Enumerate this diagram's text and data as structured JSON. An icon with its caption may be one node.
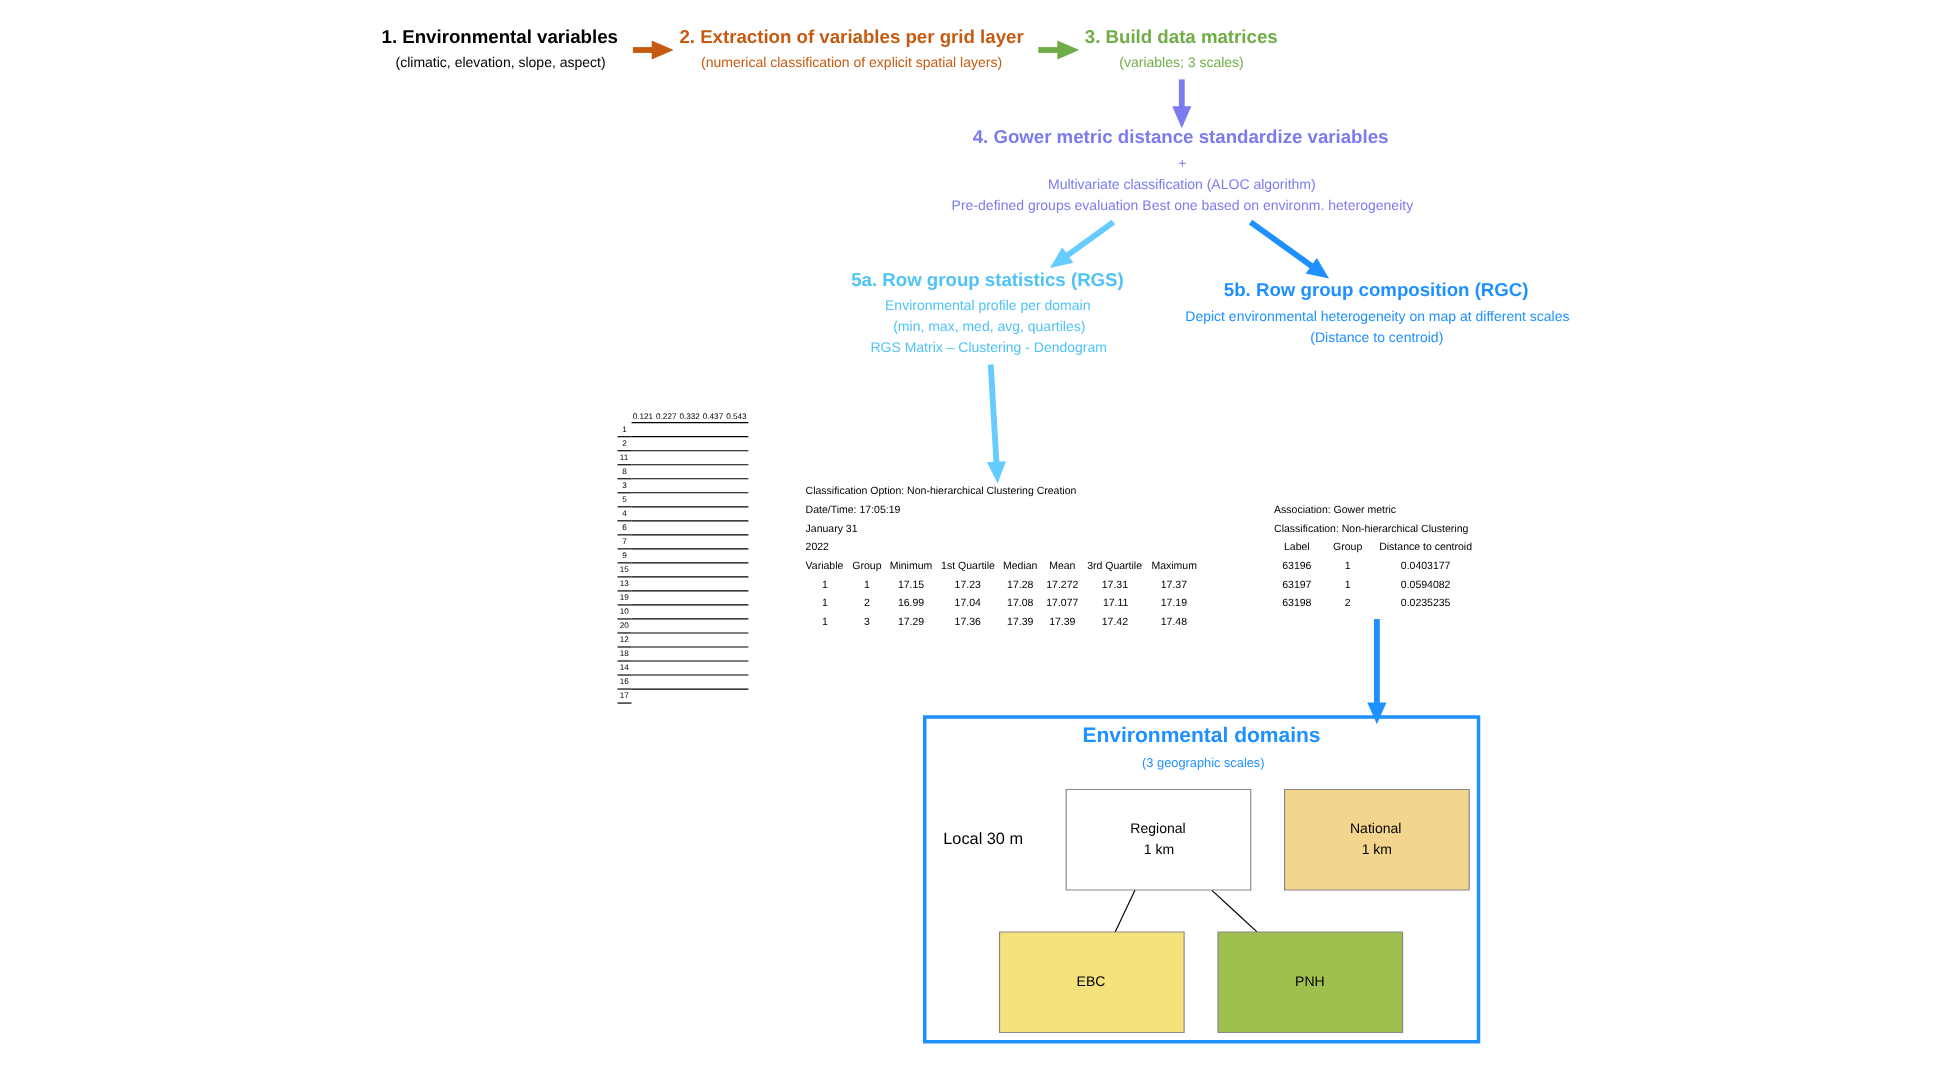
{
  "diagram": {
    "nodes": [
      {
        "text": [
          "1. Environmental variables",
          "(climatic, elevation, slope, aspect)"
        ]
      },
      {
        "text": [
          "2. Extraction of variables per grid layer",
          "(numerical classification of explicit spatial layers)"
        ]
      },
      {
        "text": [
          "3. Build data matrices",
          "(variables; 3 scales)"
        ]
      },
      {
        "text": [
          "4. Gower metric distance standardize variables",
          "+",
          "Multivariate classification (ALOC algorithm)",
          "Pre-defined groups evaluation Best one based on environm. heterogeneity"
        ]
      },
      {
        "text": [
          "Environmental domains",
          "(3 geographic scales)"
        ]
      },
      {
        "text": [
          "National",
          "1 km"
        ],
        "in": 4
      },
      {
        "text": [
          "Regional",
          "1 km"
        ],
        "in": 4
      },
      {
        "text": [
          "EBC"
        ],
        "in": 4
      },
      {
        "text": [
          "PNH"
        ],
        "in": 4
      },
      {
        "text": [
          "5a. Row group statistics (RGS)",
          "Environmental profile per domain",
          "(min, max, med, avg, quartiles)",
          "RGS Matrix – Clustering - Dendogram"
        ]
      },
      {
        "text": [
          "5b. Row group composition (RGC)",
          "Depict environmental heterogeneity on map at different scales",
          "(Distance to centroid)"
        ]
      },
      {
        "text": [
          "0.121",
          "0.227",
          "0.332",
          "0.437",
          "0.543",
          "1",
          "2",
          "11",
          "8",
          "3",
          "5",
          "4",
          "6",
          "7",
          "9",
          "15",
          "13",
          "19",
          "10",
          "20",
          "12",
          "18",
          "14",
          "16",
          "17"
        ]
      },
      {
        "text": [
          "Classification Option: Non-hierarchical Clustering Creation",
          "Date/Time: 17:05:19",
          "January 31",
          "2022",
          "Variable",
          "Group",
          "Minimum",
          "1st Quartile",
          "Median",
          "Mean",
          "3rd Quartile",
          "Maximum",
          "1",
          "1",
          "17.15",
          "17.23",
          "17.28",
          "17.272",
          "17.31",
          "17.37",
          "1",
          "2",
          "16.99",
          "17.04",
          "17.08",
          "17.077",
          "17.11",
          "17.19",
          "1",
          "3",
          "17.29",
          "17.36",
          "17.39",
          "17.39",
          "17.42",
          "17.48"
        ]
      },
      {
        "text": [
          "Association: Gower metric",
          "Classification: Non-hierarchical Clustering",
          "Label",
          "Group",
          "Distance to centroid",
          "63196",
          "1",
          "0.0403177",
          "63197",
          "1",
          "0.0594082",
          "63198",
          "2",
          "0.0235235"
        ]
      }
    ],
    "edges": [
      {
        "from": 0,
        "to": 1,
        "arrow": "to",
        "color": "#c55a11"
      },
      {
        "from": 1,
        "to": 2,
        "arrow": "to",
        "color": "#70ad47"
      },
      {
        "from": 2,
        "to": 3,
        "arrow": "to",
        "color": "#7b7bf0"
      },
      {
        "from": 3,
        "to": 9,
        "arrow": "to",
        "color": "#66ccff"
      },
      {
        "from": 3,
        "to": 10,
        "arrow": "to",
        "color": "#1e90ff"
      },
      {
        "from": 9,
        "to": 12,
        "arrow": "to",
        "color": "#66ccff"
      },
      {
        "from": 13,
        "to": 4,
        "arrow": "to",
        "color": "#1e90ff"
      },
      {
        "from": 6,
        "to": 7,
        "arrow": "none",
        "color": "#000000"
      },
      {
        "from": 6,
        "to": 8,
        "arrow": "none",
        "color": "#000000"
      }
    ],
    "labels": [
      "Local 30 m"
    ]
  }
}
